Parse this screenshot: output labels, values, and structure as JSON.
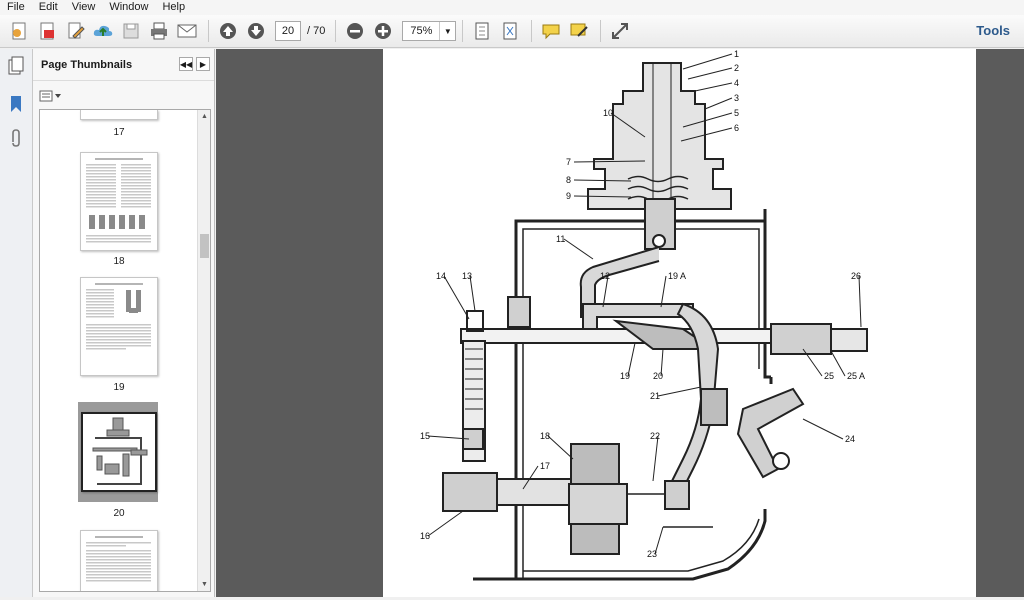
{
  "menu": [
    "File",
    "Edit",
    "View",
    "Window",
    "Help"
  ],
  "toolbar": {
    "page_current": "20",
    "page_total": "/ 70",
    "zoom": "75%",
    "tools_label": "Tools"
  },
  "panel": {
    "title": "Page Thumbnails",
    "thumbnails": [
      {
        "label": "17"
      },
      {
        "label": "18"
      },
      {
        "label": "19"
      },
      {
        "label": "20"
      }
    ]
  },
  "diagram": {
    "callouts": [
      "1",
      "2",
      "4",
      "3",
      "10",
      "5",
      "6",
      "7",
      "8",
      "9",
      "11",
      "14",
      "13",
      "12",
      "19 A",
      "26",
      "19",
      "20",
      "21",
      "25",
      "25 A",
      "15",
      "18",
      "22",
      "24",
      "17",
      "16",
      "23"
    ]
  }
}
